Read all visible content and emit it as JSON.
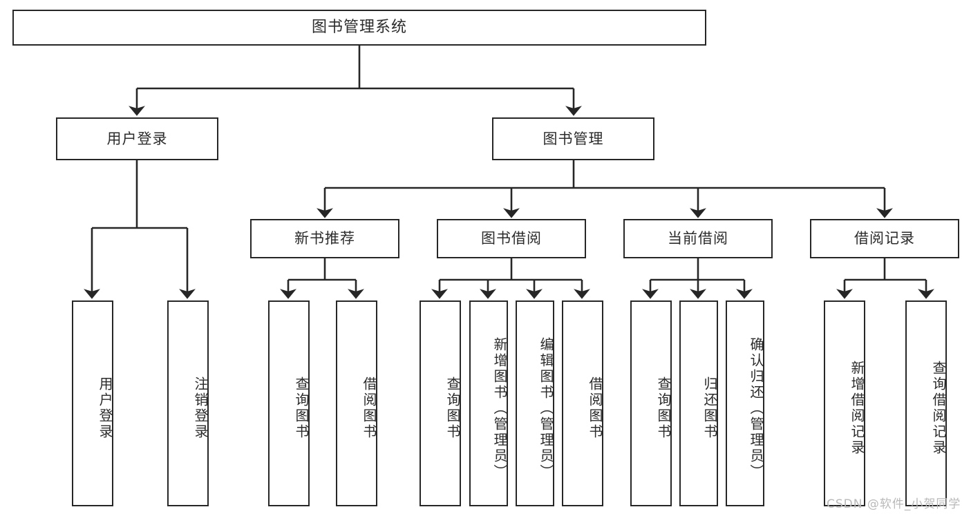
{
  "diagram": {
    "type": "tree-hierarchy-chart",
    "title": "图书管理系统",
    "colors": {
      "stroke": "#262626",
      "text": "#2b2b2b",
      "background": "#ffffff",
      "watermark": "#b9b9b9"
    },
    "levels": {
      "root": {
        "label": "图书管理系统"
      },
      "level2": [
        {
          "label": "用户登录"
        },
        {
          "label": "图书管理"
        }
      ],
      "level3": [
        {
          "label": "新书推荐"
        },
        {
          "label": "图书借阅"
        },
        {
          "label": "当前借阅"
        },
        {
          "label": "借阅记录"
        }
      ],
      "leaves": [
        {
          "label": "用户登录",
          "parent": "用户登录"
        },
        {
          "label": "注销登录",
          "parent": "用户登录"
        },
        {
          "label": "查询图书",
          "parent": "新书推荐"
        },
        {
          "label": "借阅图书",
          "parent": "新书推荐"
        },
        {
          "label": "查询图书",
          "parent": "图书借阅"
        },
        {
          "label": "新增图书（管理员）",
          "parent": "图书借阅"
        },
        {
          "label": "编辑图书（管理员）",
          "parent": "图书借阅"
        },
        {
          "label": "借阅图书",
          "parent": "图书借阅"
        },
        {
          "label": "查询图书",
          "parent": "当前借阅"
        },
        {
          "label": "归还图书",
          "parent": "当前借阅"
        },
        {
          "label": "确认归还（管理员）",
          "parent": "当前借阅"
        },
        {
          "label": "新增借阅记录",
          "parent": "借阅记录"
        },
        {
          "label": "查询借阅记录",
          "parent": "借阅记录"
        }
      ]
    },
    "watermark": "CSDN @软件_小贺同学"
  }
}
